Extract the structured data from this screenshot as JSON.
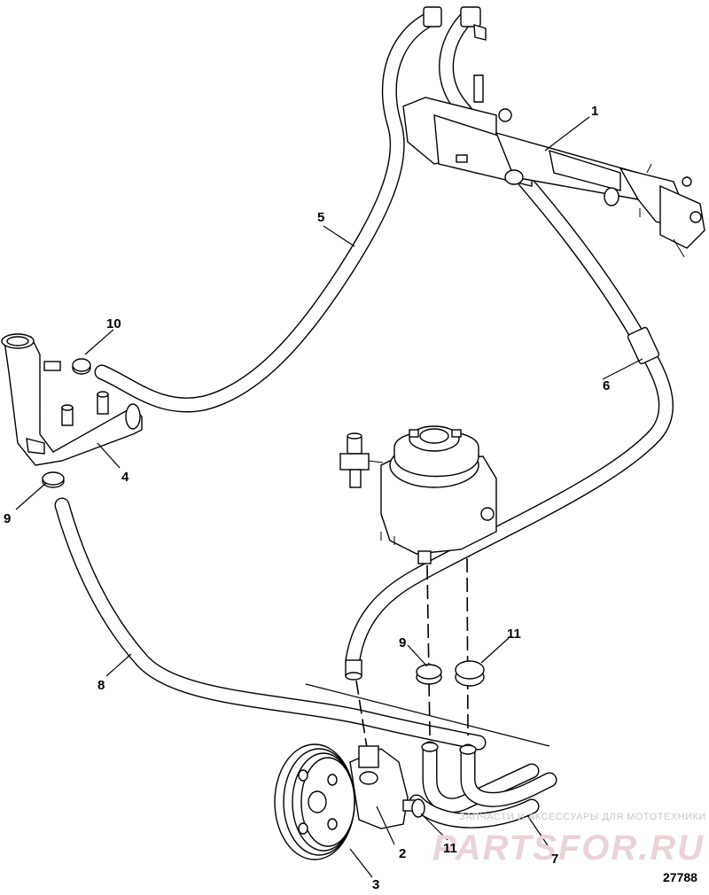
{
  "diagram": {
    "figure_number": "27788",
    "watermark": {
      "tagline": "ЗАПЧАСТИ И АКСЕССУАРЫ ДЛЯ МОТОТЕХНИКИ",
      "brand": "PARTSFOR.RU"
    },
    "callouts": [
      {
        "id": "c1",
        "label": "1"
      },
      {
        "id": "c2",
        "label": "2"
      },
      {
        "id": "c3",
        "label": "3"
      },
      {
        "id": "c4",
        "label": "4"
      },
      {
        "id": "c5",
        "label": "5"
      },
      {
        "id": "c6",
        "label": "6"
      },
      {
        "id": "c7",
        "label": "7"
      },
      {
        "id": "c8",
        "label": "8"
      },
      {
        "id": "c9a",
        "label": "9"
      },
      {
        "id": "c9b",
        "label": "9"
      },
      {
        "id": "c10",
        "label": "10"
      },
      {
        "id": "c11a",
        "label": "11"
      },
      {
        "id": "c11b",
        "label": "11"
      }
    ]
  }
}
